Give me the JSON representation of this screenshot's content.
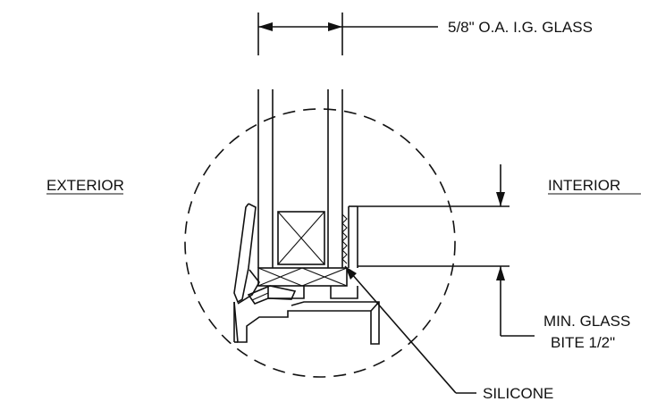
{
  "labels": {
    "glass_thickness": "5/8\" O.A. I.G. GLASS",
    "exterior": "EXTERIOR",
    "interior": "INTERIOR",
    "glass_bite_line1": "MIN. GLASS",
    "glass_bite_line2": "BITE 1/2\"",
    "silicone": "SILICONE"
  },
  "colors": {
    "ink": "#111111",
    "background": "#ffffff"
  }
}
